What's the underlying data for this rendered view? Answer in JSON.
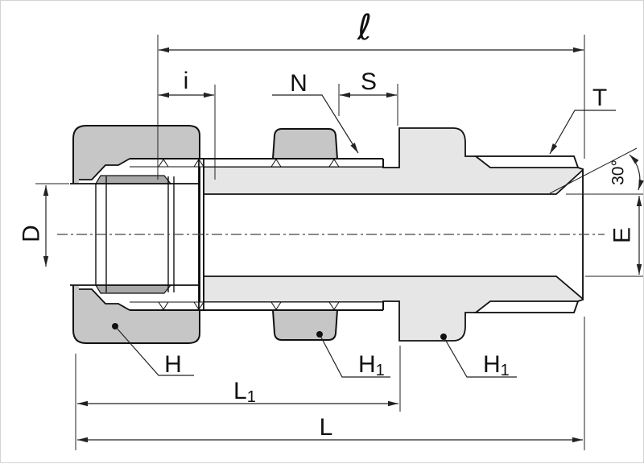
{
  "figure": {
    "kind": "technical-cross-section-drawing",
    "subject": "compression tube fitting (bulkhead male connector), side section view",
    "colors": {
      "background": "#ffffff",
      "body_fill": "#e6e6e6",
      "nut_fill": "#c6c6c6",
      "ferrule_fill": "#a9a9a9",
      "outline": "#111111",
      "dimension_line": "#222222"
    },
    "labels": {
      "ell": "ℓ",
      "i": "i",
      "n": "N",
      "s": "S",
      "t": "T",
      "d": "D",
      "e": "E",
      "angle": "30°",
      "h": "H",
      "h1a": {
        "base": "H",
        "sub": "1"
      },
      "h1b": {
        "base": "H",
        "sub": "1"
      },
      "l1": {
        "base": "L",
        "sub": "1"
      },
      "l": "L"
    }
  }
}
